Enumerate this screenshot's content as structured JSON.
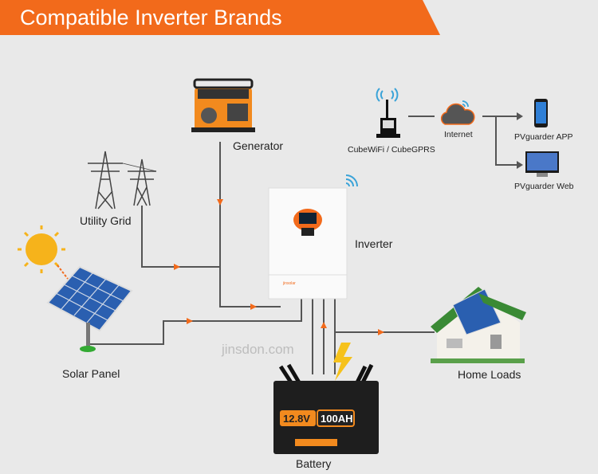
{
  "header": {
    "title": "Compatible Inverter Brands"
  },
  "colors": {
    "accent": "#f26a1b",
    "background": "#e9e9e9",
    "wire": "#555555",
    "wifi": "#3aa3d8"
  },
  "nodes": {
    "generator": "Generator",
    "utility_grid": "Utility Grid",
    "solar_panel": "Solar Panel",
    "inverter": "Inverter",
    "battery": "Battery",
    "home_loads": "Home Loads",
    "cube": "CubeWiFi / CubeGPRS",
    "internet": "Internet",
    "app": "PVguarder APP",
    "web": "PVguarder Web"
  },
  "battery_label": {
    "voltage": "12.8V",
    "capacity": "100AH"
  },
  "watermark": "jinsdon.com"
}
